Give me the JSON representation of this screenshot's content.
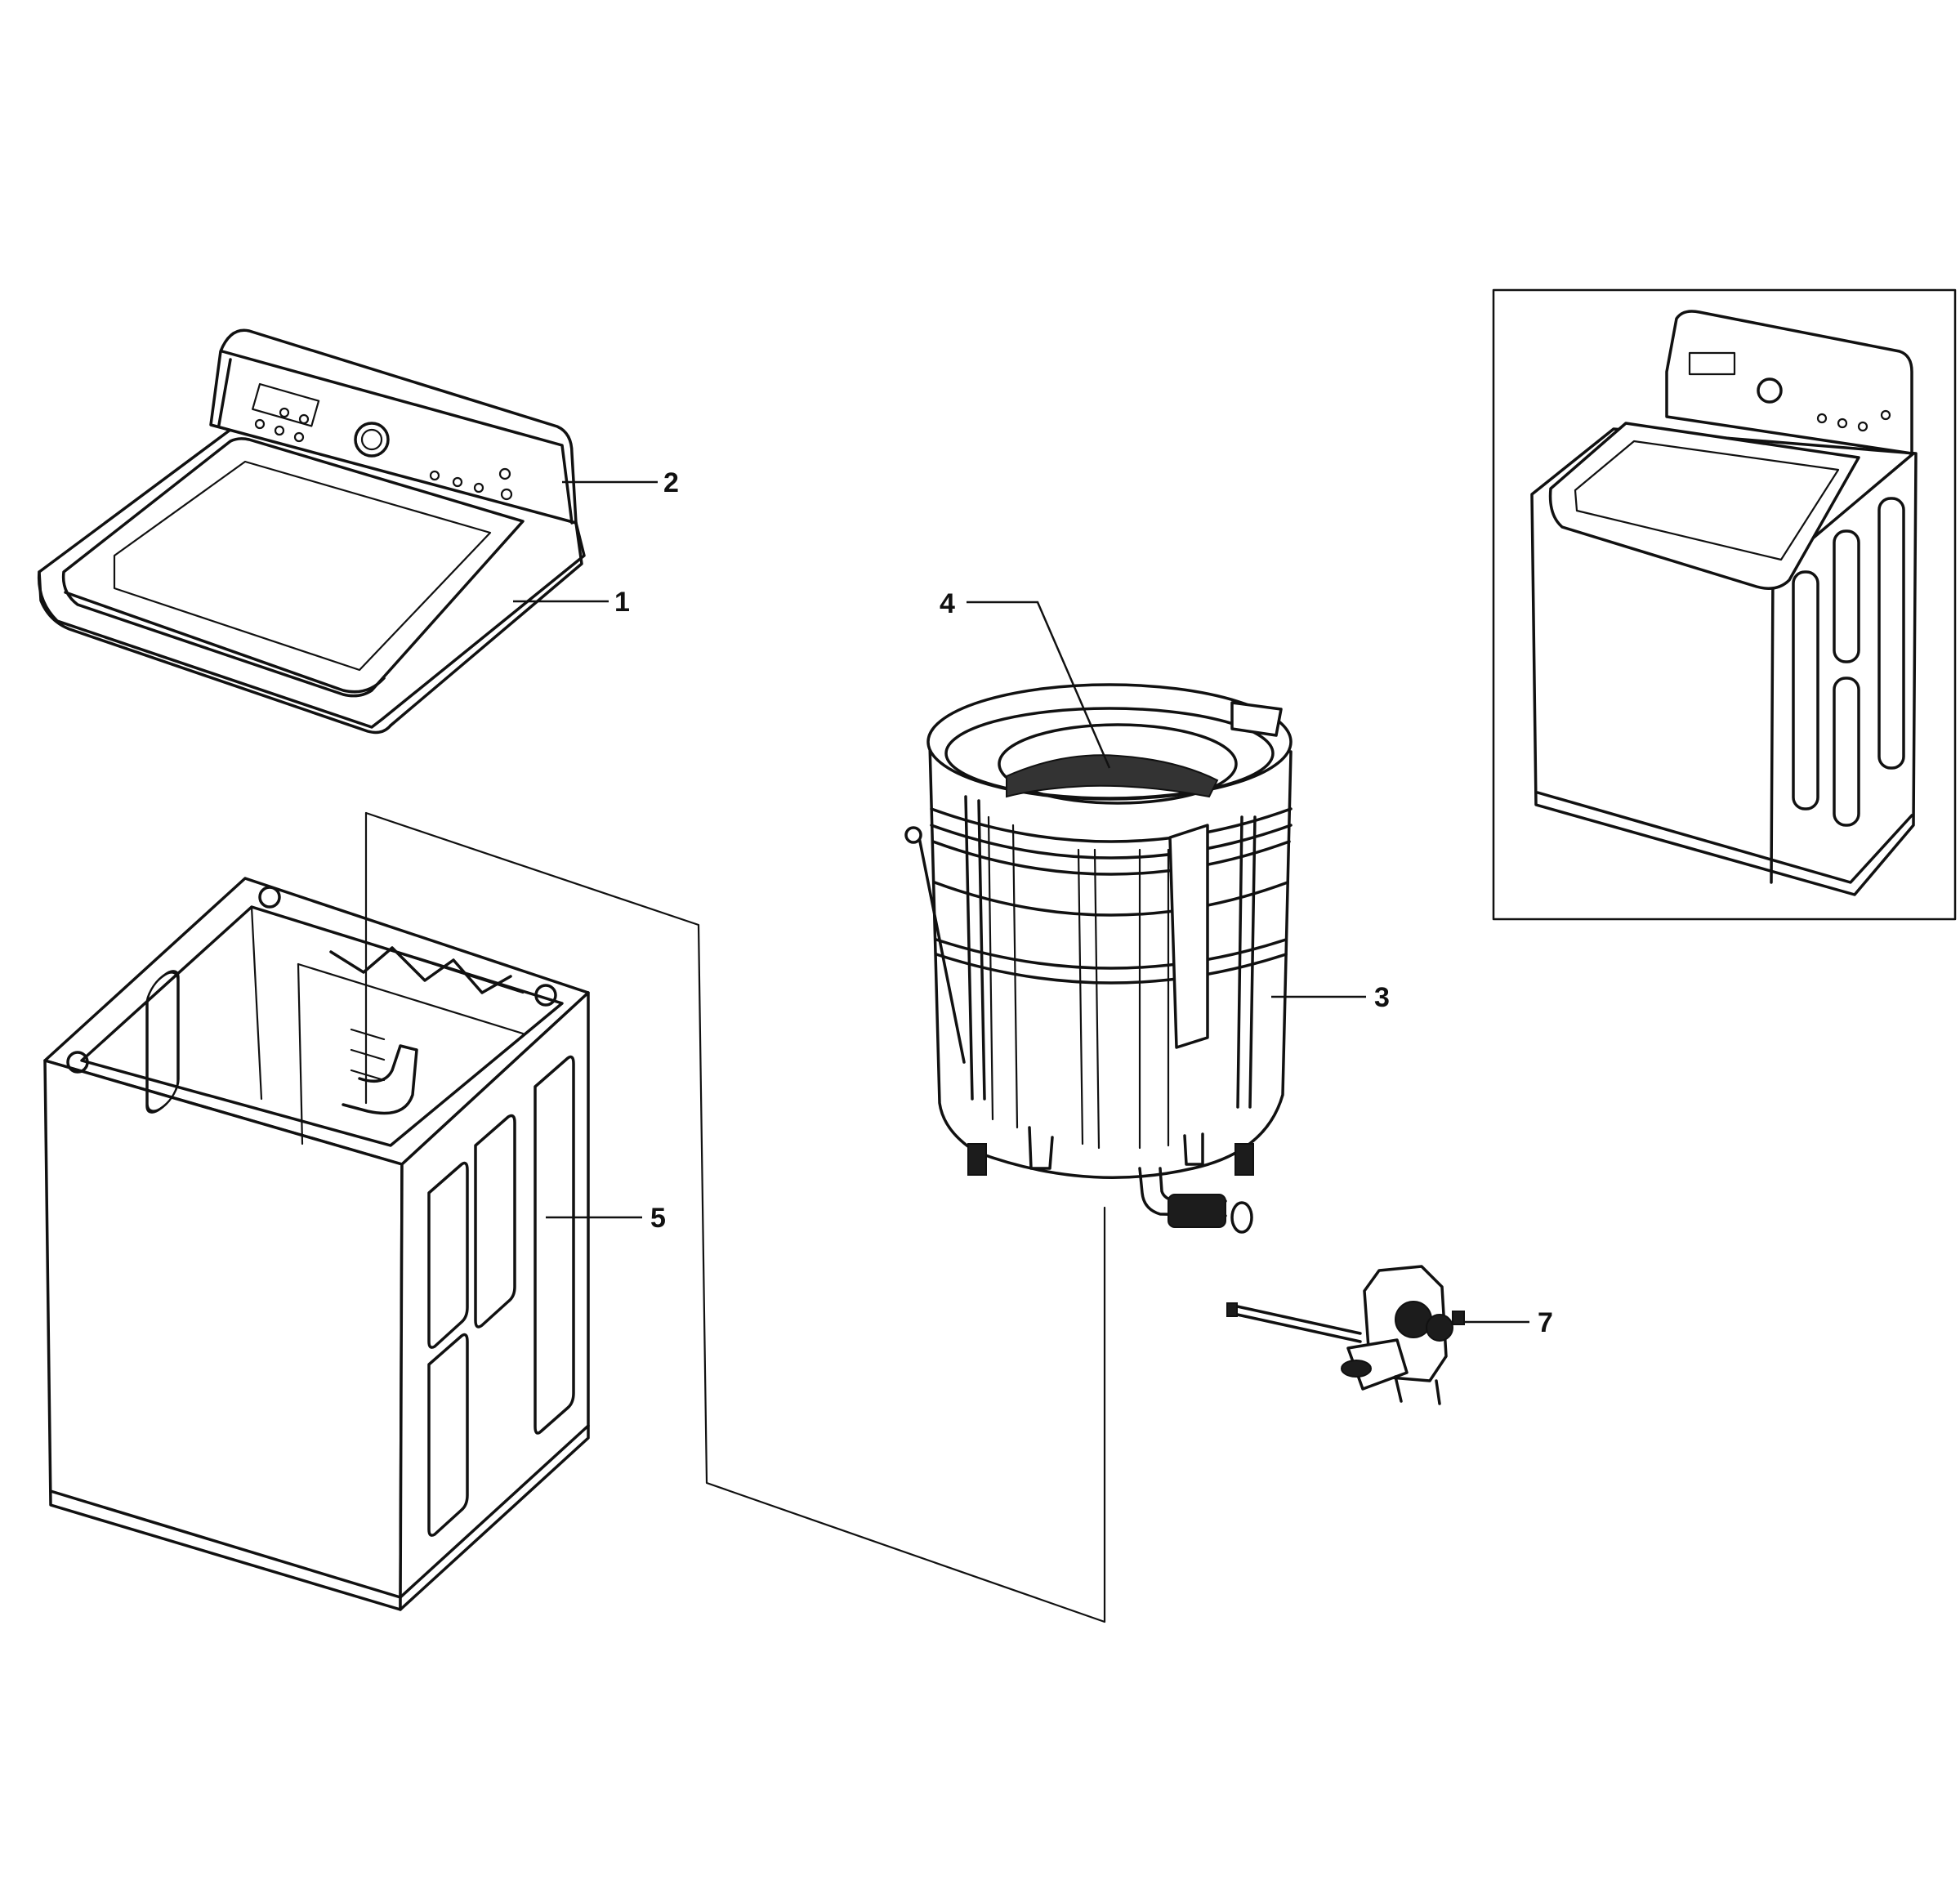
{
  "callouts": [
    {
      "id": "c1",
      "label": "1"
    },
    {
      "id": "c2",
      "label": "2"
    },
    {
      "id": "c3",
      "label": "3"
    },
    {
      "id": "c4",
      "label": "4"
    },
    {
      "id": "c5",
      "label": "5"
    },
    {
      "id": "c7",
      "label": "7"
    }
  ],
  "colors": {
    "line": "#111111",
    "background": "#ffffff"
  }
}
